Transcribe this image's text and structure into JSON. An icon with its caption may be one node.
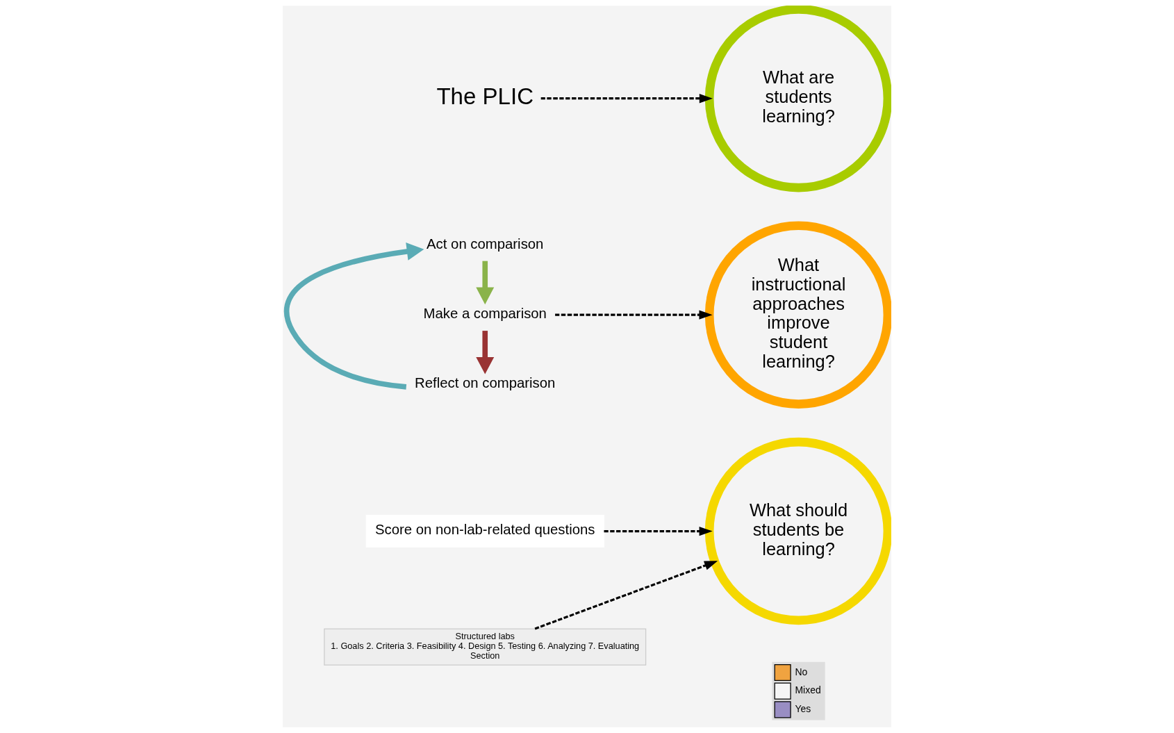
{
  "diagram": {
    "nodes": [
      {
        "text": [
          "Score on non-lab-related questions"
        ]
      },
      {
        "text": [
          "Structured labs",
          "1. Goals 2. Criteria 3. Feasibility 4. Design 5. Testing 6. Analyzing 7. Evaluating",
          "Section"
        ]
      },
      {
        "text": [
          "What should students be learning?"
        ]
      },
      {
        "text": [
          "What instructional approaches improve student learning?"
        ]
      },
      {
        "text": [
          "What are students learning?"
        ]
      },
      {
        "text": [
          "Make a comparison"
        ]
      },
      {
        "text": [
          "Reflect on comparison"
        ]
      },
      {
        "text": [
          "Act on comparison"
        ]
      },
      {
        "text": [
          "The PLIC"
        ]
      }
    ],
    "edges": [
      {
        "from": 0,
        "to": 2,
        "arrow": "to",
        "style": "dashed"
      },
      {
        "from": 1,
        "to": 2,
        "arrow": "to",
        "style": "dashed"
      },
      {
        "from": 5,
        "to": 3,
        "arrow": "to",
        "style": "dashed"
      },
      {
        "from": 8,
        "to": 4,
        "arrow": "to",
        "style": "dashed"
      },
      {
        "from": 5,
        "to": 6,
        "arrow": "to",
        "style": "thick",
        "color": "#993333"
      },
      {
        "from": 6,
        "to": 7,
        "arrow": "to",
        "style": "thick",
        "color": "#5aabb5"
      },
      {
        "from": 7,
        "to": 5,
        "arrow": "to",
        "style": "thick",
        "color": "#8ab34a"
      }
    ],
    "legend": [
      {
        "text": "No",
        "color": "#f0a340"
      },
      {
        "text": "Mixed",
        "color": "#f5f5f5"
      },
      {
        "text": "Yes",
        "color": "#998ec3"
      }
    ]
  }
}
